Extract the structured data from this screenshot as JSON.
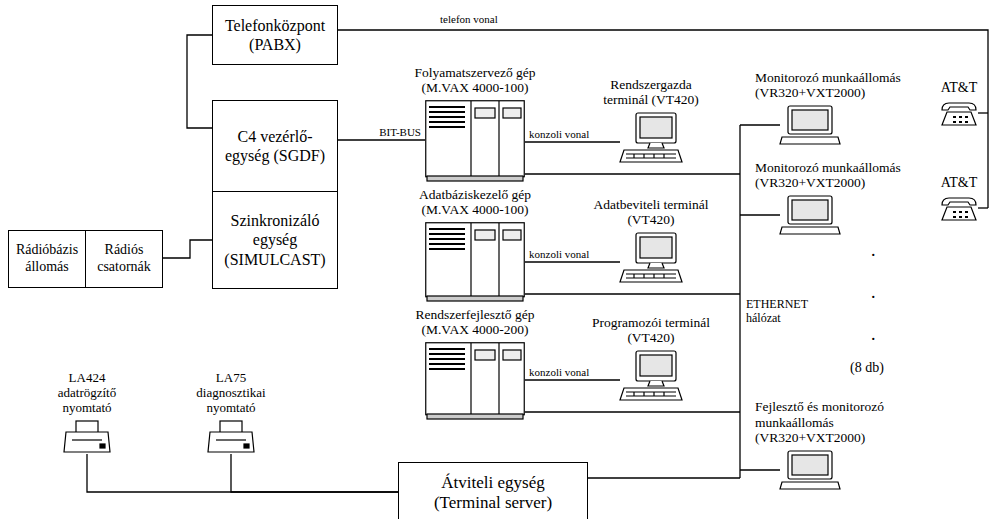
{
  "diagram": {
    "nodes": [
      {
        "text": [
          "Telefonközpont (PABX)"
        ]
      },
      {
        "text": [
          "C4 vezérlő- egység (SGDF)"
        ]
      },
      {
        "text": [
          "Szinkronizáló egység (SIMULCAST)"
        ]
      },
      {
        "text": [
          "Rádióbázis állomás"
        ]
      },
      {
        "text": [
          "Rádiós csatornák"
        ]
      },
      {
        "text": [
          "Folyamatszervező gép (M.VAX 4000-100)"
        ]
      },
      {
        "text": [
          "Rendszergazda terminál (VT420)"
        ]
      },
      {
        "text": [
          "Monitorozó munkaállomás (VR320+VXT2000)"
        ]
      },
      {
        "text": [
          "AT&T"
        ]
      },
      {
        "text": [
          "Monitorozó munkaállomás (VR320+VXT2000)"
        ]
      },
      {
        "text": [
          "AT&T"
        ]
      },
      {
        "text": [
          "Adatbáziskezelő gép (M.VAX 4000-100)"
        ]
      },
      {
        "text": [
          "Adatbeviteli terminál (VT420)"
        ]
      },
      {
        "text": [
          "Rendszerfejlesztő gép (M.VAX 4000-200)"
        ]
      },
      {
        "text": [
          "Programozói terminál (VT420)"
        ]
      },
      {
        "text": [
          "Fejlesztő és monitorozó munkaállomás (VR320+VXT2000)"
        ]
      },
      {
        "text": [
          "LA424 adatrögzítő nyomtató"
        ]
      },
      {
        "text": [
          "LA75 diagnosztikai nyomtató"
        ]
      },
      {
        "text": [
          "Átviteli egység (Terminal server)"
        ]
      }
    ],
    "edges": [
      {
        "from": 0,
        "to": 1,
        "arrow": "none"
      },
      {
        "from": 4,
        "to": 2,
        "arrow": "none"
      },
      {
        "from": 1,
        "to": 5,
        "label": "BIT-BUS",
        "arrow": "none"
      },
      {
        "from": 5,
        "to": 6,
        "label": "konzoli vonal",
        "arrow": "none"
      },
      {
        "from": 11,
        "to": 12,
        "label": "konzoli vonal",
        "arrow": "none"
      },
      {
        "from": 13,
        "to": 14,
        "label": "konzoli vonal",
        "arrow": "none"
      },
      {
        "from": 16,
        "to": 18,
        "arrow": "none"
      },
      {
        "from": 17,
        "to": 18,
        "arrow": "none"
      }
    ],
    "labels": [
      "telefon vonal",
      "ETHERNET hálózat",
      ".",
      ".",
      ".",
      "(8 db)"
    ]
  }
}
